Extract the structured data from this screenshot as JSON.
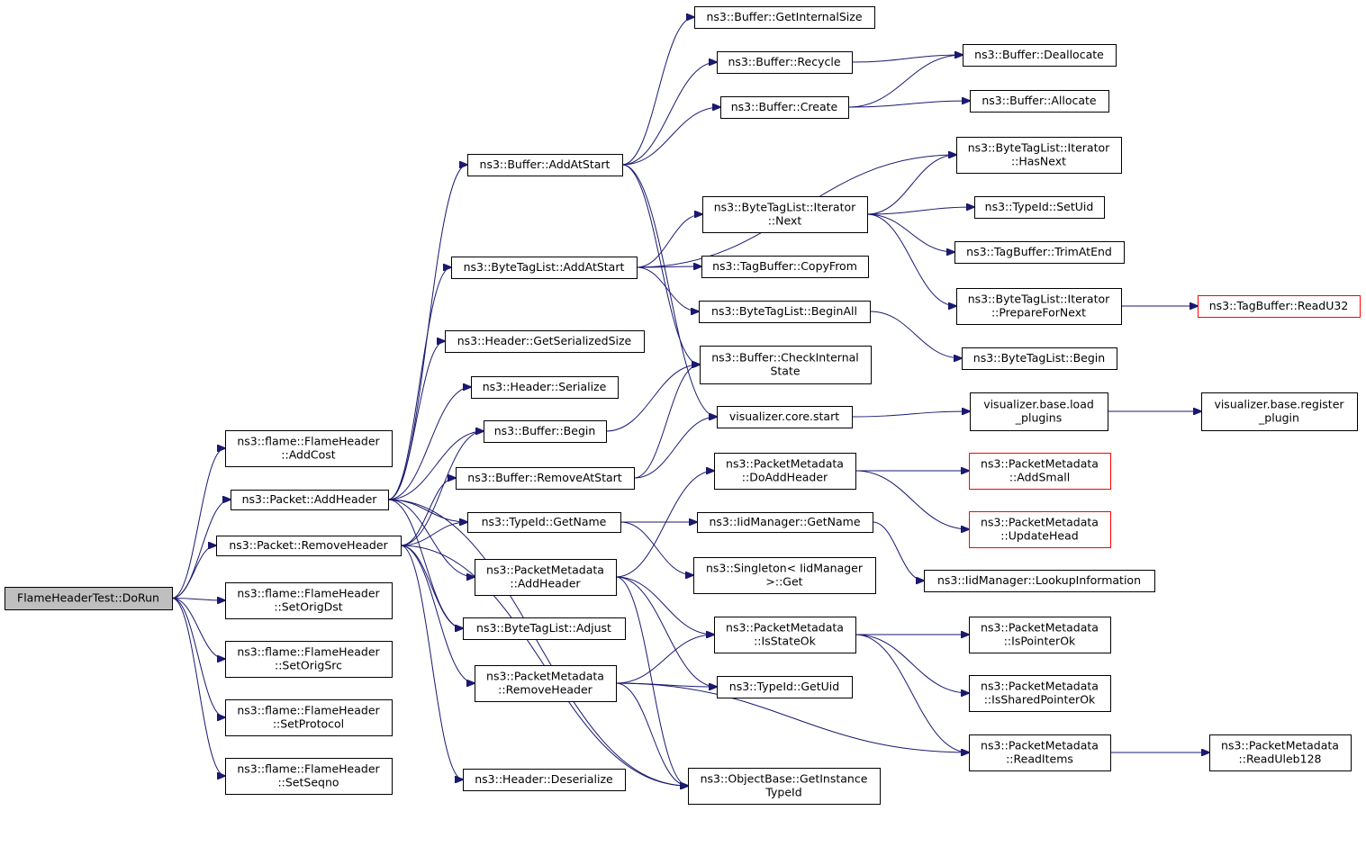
{
  "diagram": {
    "colors": {
      "edge": "#191970",
      "root_fill": "#bfbfbf",
      "box_border": "#000000",
      "truncated_border": "#ff0000"
    },
    "nodes": [
      {
        "id": "dorun",
        "lines": [
          "FlameHeaderTest::DoRun"
        ],
        "root": true
      },
      {
        "id": "addcost",
        "lines": [
          "ns3::flame::FlameHeader",
          "::AddCost"
        ]
      },
      {
        "id": "pkt_addheader",
        "lines": [
          "ns3::Packet::AddHeader"
        ]
      },
      {
        "id": "pkt_removeheader",
        "lines": [
          "ns3::Packet::RemoveHeader"
        ]
      },
      {
        "id": "setorigdst",
        "lines": [
          "ns3::flame::FlameHeader",
          "::SetOrigDst"
        ]
      },
      {
        "id": "setorigsrc",
        "lines": [
          "ns3::flame::FlameHeader",
          "::SetOrigSrc"
        ]
      },
      {
        "id": "setprotocol",
        "lines": [
          "ns3::flame::FlameHeader",
          "::SetProtocol"
        ]
      },
      {
        "id": "setseqno",
        "lines": [
          "ns3::flame::FlameHeader",
          "::SetSeqno"
        ]
      },
      {
        "id": "buf_addatstart",
        "lines": [
          "ns3::Buffer::AddAtStart"
        ]
      },
      {
        "id": "btl_addatstart",
        "lines": [
          "ns3::ByteTagList::AddAtStart"
        ]
      },
      {
        "id": "hdr_getsersize",
        "lines": [
          "ns3::Header::GetSerializedSize"
        ]
      },
      {
        "id": "hdr_serialize",
        "lines": [
          "ns3::Header::Serialize"
        ]
      },
      {
        "id": "buf_begin",
        "lines": [
          "ns3::Buffer::Begin"
        ]
      },
      {
        "id": "buf_removeatstart",
        "lines": [
          "ns3::Buffer::RemoveAtStart"
        ]
      },
      {
        "id": "typeid_getname",
        "lines": [
          "ns3::TypeId::GetName"
        ]
      },
      {
        "id": "pm_addheader",
        "lines": [
          "ns3::PacketMetadata",
          "::AddHeader"
        ]
      },
      {
        "id": "btl_adjust",
        "lines": [
          "ns3::ByteTagList::Adjust"
        ]
      },
      {
        "id": "pm_removeheader",
        "lines": [
          "ns3::PacketMetadata",
          "::RemoveHeader"
        ]
      },
      {
        "id": "hdr_deserialize",
        "lines": [
          "ns3::Header::Deserialize"
        ]
      },
      {
        "id": "buf_getinternalsize",
        "lines": [
          "ns3::Buffer::GetInternalSize"
        ]
      },
      {
        "id": "buf_recycle",
        "lines": [
          "ns3::Buffer::Recycle"
        ]
      },
      {
        "id": "buf_create",
        "lines": [
          "ns3::Buffer::Create"
        ]
      },
      {
        "id": "btli_next",
        "lines": [
          "ns3::ByteTagList::Iterator",
          "::Next"
        ]
      },
      {
        "id": "tagbuf_copyfrom",
        "lines": [
          "ns3::TagBuffer::CopyFrom"
        ]
      },
      {
        "id": "btl_beginall",
        "lines": [
          "ns3::ByteTagList::BeginAll"
        ]
      },
      {
        "id": "buf_checkinternal",
        "lines": [
          "ns3::Buffer::CheckInternal",
          "State"
        ]
      },
      {
        "id": "viz_core_start",
        "lines": [
          "visualizer.core.start"
        ]
      },
      {
        "id": "pm_doaddheader",
        "lines": [
          "ns3::PacketMetadata",
          "::DoAddHeader"
        ]
      },
      {
        "id": "iid_getname",
        "lines": [
          "ns3::IidManager::GetName"
        ]
      },
      {
        "id": "singleton_get",
        "lines": [
          "ns3::Singleton< IidManager",
          ">::Get"
        ]
      },
      {
        "id": "pm_isstateok",
        "lines": [
          "ns3::PacketMetadata",
          "::IsStateOk"
        ]
      },
      {
        "id": "typeid_getuid",
        "lines": [
          "ns3::TypeId::GetUid"
        ]
      },
      {
        "id": "ob_getinstancetypeid",
        "lines": [
          "ns3::ObjectBase::GetInstance",
          "TypeId"
        ]
      },
      {
        "id": "buf_deallocate",
        "lines": [
          "ns3::Buffer::Deallocate"
        ]
      },
      {
        "id": "buf_allocate",
        "lines": [
          "ns3::Buffer::Allocate"
        ]
      },
      {
        "id": "btli_hasnext",
        "lines": [
          "ns3::ByteTagList::Iterator",
          "::HasNext"
        ]
      },
      {
        "id": "typeid_setuid",
        "lines": [
          "ns3::TypeId::SetUid"
        ]
      },
      {
        "id": "tagbuf_trimatend",
        "lines": [
          "ns3::TagBuffer::TrimAtEnd"
        ]
      },
      {
        "id": "btli_prepare",
        "lines": [
          "ns3::ByteTagList::Iterator",
          "::PrepareForNext"
        ]
      },
      {
        "id": "btl_begin",
        "lines": [
          "ns3::ByteTagList::Begin"
        ]
      },
      {
        "id": "viz_base_load",
        "lines": [
          "visualizer.base.load",
          "_plugins"
        ]
      },
      {
        "id": "pm_addsmall",
        "lines": [
          "ns3::PacketMetadata",
          "::AddSmall"
        ],
        "truncated": true
      },
      {
        "id": "pm_updatehead",
        "lines": [
          "ns3::PacketMetadata",
          "::UpdateHead"
        ],
        "truncated": true
      },
      {
        "id": "iid_lookup",
        "lines": [
          "ns3::IidManager::LookupInformation"
        ]
      },
      {
        "id": "pm_ispointerok",
        "lines": [
          "ns3::PacketMetadata",
          "::IsPointerOk"
        ]
      },
      {
        "id": "pm_issharedptrok",
        "lines": [
          "ns3::PacketMetadata",
          "::IsSharedPointerOk"
        ]
      },
      {
        "id": "pm_readitems",
        "lines": [
          "ns3::PacketMetadata",
          "::ReadItems"
        ]
      },
      {
        "id": "tagbuf_readu32",
        "lines": [
          "ns3::TagBuffer::ReadU32"
        ],
        "truncated": true
      },
      {
        "id": "viz_base_register",
        "lines": [
          "visualizer.base.register",
          "_plugin"
        ]
      },
      {
        "id": "pm_readuleb128",
        "lines": [
          "ns3::PacketMetadata",
          "::ReadUleb128"
        ]
      }
    ],
    "edges": [
      [
        "dorun",
        "addcost"
      ],
      [
        "dorun",
        "pkt_addheader"
      ],
      [
        "dorun",
        "pkt_removeheader"
      ],
      [
        "dorun",
        "setorigdst"
      ],
      [
        "dorun",
        "setorigsrc"
      ],
      [
        "dorun",
        "setprotocol"
      ],
      [
        "dorun",
        "setseqno"
      ],
      [
        "pkt_addheader",
        "buf_addatstart"
      ],
      [
        "pkt_addheader",
        "btl_addatstart"
      ],
      [
        "pkt_addheader",
        "hdr_getsersize"
      ],
      [
        "pkt_addheader",
        "hdr_serialize"
      ],
      [
        "pkt_addheader",
        "buf_begin"
      ],
      [
        "pkt_addheader",
        "typeid_getname"
      ],
      [
        "pkt_addheader",
        "pm_addheader"
      ],
      [
        "pkt_addheader",
        "btl_adjust"
      ],
      [
        "pkt_addheader",
        "ob_getinstancetypeid"
      ],
      [
        "pkt_removeheader",
        "buf_begin"
      ],
      [
        "pkt_removeheader",
        "buf_removeatstart"
      ],
      [
        "pkt_removeheader",
        "typeid_getname"
      ],
      [
        "pkt_removeheader",
        "btl_adjust"
      ],
      [
        "pkt_removeheader",
        "pm_removeheader"
      ],
      [
        "pkt_removeheader",
        "hdr_deserialize"
      ],
      [
        "pkt_removeheader",
        "ob_getinstancetypeid"
      ],
      [
        "buf_addatstart",
        "buf_getinternalsize"
      ],
      [
        "buf_addatstart",
        "buf_recycle"
      ],
      [
        "buf_addatstart",
        "buf_create"
      ],
      [
        "buf_addatstart",
        "buf_checkinternal"
      ],
      [
        "buf_addatstart",
        "viz_core_start"
      ],
      [
        "btl_addatstart",
        "btli_hasnext"
      ],
      [
        "btl_addatstart",
        "btli_next"
      ],
      [
        "btl_addatstart",
        "tagbuf_copyfrom"
      ],
      [
        "btl_addatstart",
        "btl_beginall"
      ],
      [
        "buf_begin",
        "buf_checkinternal"
      ],
      [
        "buf_removeatstart",
        "buf_checkinternal"
      ],
      [
        "buf_removeatstart",
        "viz_core_start"
      ],
      [
        "typeid_getname",
        "iid_getname"
      ],
      [
        "typeid_getname",
        "singleton_get"
      ],
      [
        "pm_addheader",
        "pm_doaddheader"
      ],
      [
        "pm_addheader",
        "pm_isstateok"
      ],
      [
        "pm_addheader",
        "typeid_getuid"
      ],
      [
        "pm_addheader",
        "ob_getinstancetypeid"
      ],
      [
        "pm_removeheader",
        "pm_isstateok"
      ],
      [
        "pm_removeheader",
        "typeid_getuid"
      ],
      [
        "pm_removeheader",
        "ob_getinstancetypeid"
      ],
      [
        "pm_removeheader",
        "pm_readitems"
      ],
      [
        "buf_recycle",
        "buf_deallocate"
      ],
      [
        "buf_create",
        "buf_deallocate"
      ],
      [
        "buf_create",
        "buf_allocate"
      ],
      [
        "btli_next",
        "btli_hasnext"
      ],
      [
        "btli_next",
        "typeid_setuid"
      ],
      [
        "btli_next",
        "tagbuf_trimatend"
      ],
      [
        "btli_next",
        "btli_prepare"
      ],
      [
        "btl_beginall",
        "btl_begin"
      ],
      [
        "btli_prepare",
        "tagbuf_readu32"
      ],
      [
        "viz_core_start",
        "viz_base_load"
      ],
      [
        "viz_base_load",
        "viz_base_register"
      ],
      [
        "pm_doaddheader",
        "pm_addsmall"
      ],
      [
        "pm_doaddheader",
        "pm_updatehead"
      ],
      [
        "iid_getname",
        "iid_lookup"
      ],
      [
        "pm_isstateok",
        "pm_ispointerok"
      ],
      [
        "pm_isstateok",
        "pm_issharedptrok"
      ],
      [
        "pm_isstateok",
        "pm_readitems"
      ],
      [
        "pm_readitems",
        "pm_readuleb128"
      ]
    ]
  }
}
